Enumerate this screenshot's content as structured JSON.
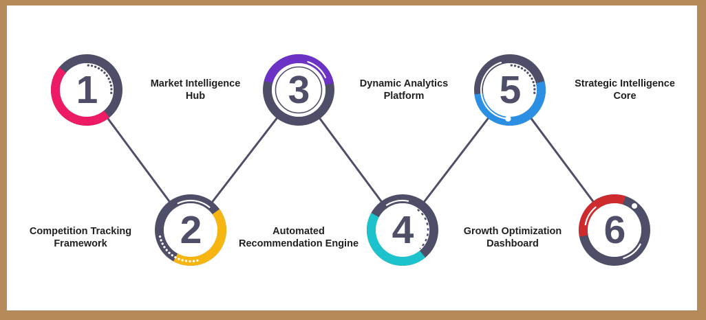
{
  "figure": {
    "type": "zigzag-numbered-process-infographic",
    "frame_color": "#B5895A",
    "panel_color": "#FFFFFF",
    "ring_color": "#4F4E69",
    "connector_color": "#4F4E69",
    "number_color": "#4F4E69",
    "label_color": "#1F1F1F"
  },
  "steps": [
    {
      "number": "1",
      "label": "Market Intelligence Hub",
      "label_lines": [
        "Market Intelligence",
        "Hub"
      ],
      "accent": "#ED1A66",
      "row": "top"
    },
    {
      "number": "2",
      "label": "Competition Tracking Framework",
      "label_lines": [
        "Competition Tracking",
        "Framework"
      ],
      "accent": "#F7B512",
      "row": "bottom"
    },
    {
      "number": "3",
      "label": "Dynamic Analytics Platform",
      "label_lines": [
        "Dynamic Analytics",
        "Platform"
      ],
      "accent": "#6B32C5",
      "row": "top"
    },
    {
      "number": "4",
      "label": "Automated Recommendation Engine",
      "label_lines": [
        "Automated",
        "Recommendation Engine"
      ],
      "accent": "#1CC3CC",
      "row": "bottom"
    },
    {
      "number": "5",
      "label": "Strategic Intelligence Core",
      "label_lines": [
        "Strategic Intelligence",
        "Core"
      ],
      "accent": "#2B90E3",
      "row": "top"
    },
    {
      "number": "6",
      "label": "Growth Optimization Dashboard",
      "label_lines": [
        "Growth Optimization",
        "Dashboard"
      ],
      "accent": "#CE2B2E",
      "row": "bottom"
    }
  ]
}
